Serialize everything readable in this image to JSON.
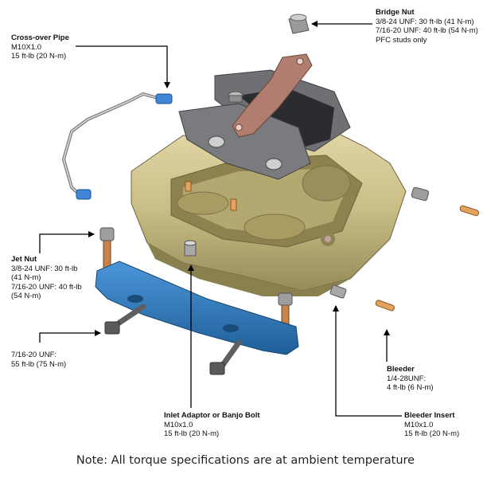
{
  "callouts": {
    "bridge_nut": {
      "title": "Bridge Nut",
      "lines": [
        "3/8-24 UNF: 30 ft-lb (41 N-m)",
        "7/16-20 UNF: 40 ft-lb (54 N-m)",
        "PFC studs only"
      ]
    },
    "crossover_pipe": {
      "title": "Cross-over Pipe",
      "lines": [
        "M10X1.0",
        "15 ft-lb (20 N-m)"
      ]
    },
    "jet_nut": {
      "title": "Jet Nut",
      "lines": [
        "3/8-24 UNF: 30 ft-lb",
        "(41 N-m)",
        "7/16-20 UNF: 40 ft-lb",
        "(54 N-m)"
      ]
    },
    "mount_bolt": {
      "title": "",
      "lines": [
        "7/16-20 UNF:",
        "55 ft-lb (75 N-m)"
      ]
    },
    "bleeder": {
      "title": "Bleeder",
      "lines": [
        "1/4-28UNF:",
        "4 ft-lb (6 N-m)"
      ]
    },
    "inlet_adaptor": {
      "title": "Inlet Adaptor or Banjo Bolt",
      "lines": [
        "M10x1.0",
        "15 ft-lb (20 N-m)"
      ]
    },
    "bleeder_insert": {
      "title": "Bleeder Insert",
      "lines": [
        "M10x1.0",
        "15 ft-lb (20 N-m)"
      ]
    }
  },
  "note": "Note: All torque specifications are at ambient temperature",
  "colors": {
    "caliper_body": "#cbc08e",
    "caliper_shadow": "#8f8455",
    "bracket": "#2c74b4",
    "pad_plate": "#6f7074",
    "bridge_plate": "#b07d70",
    "fitting_blue": "#3f86d6",
    "brass": "#e3a25d",
    "leader_line": "#000000"
  }
}
